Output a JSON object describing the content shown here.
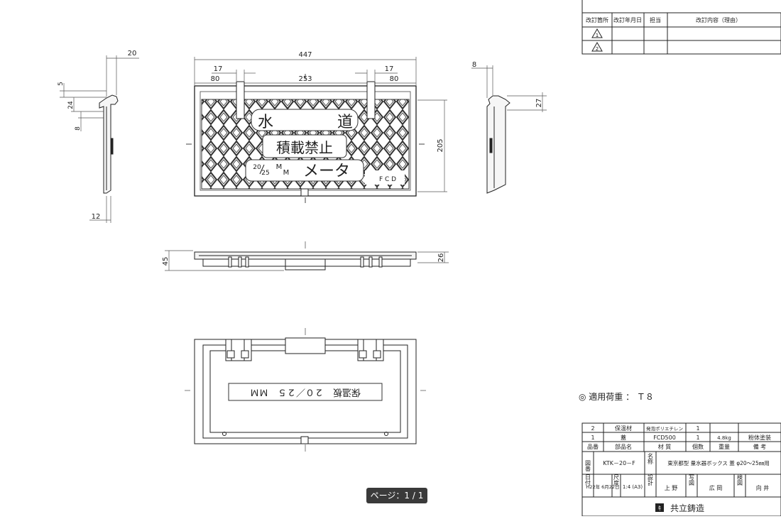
{
  "revision_table": {
    "headers": [
      "改訂箇所",
      "改訂年月日",
      "担当",
      "改訂内容（理由）"
    ],
    "row_marks": [
      "1",
      "2"
    ]
  },
  "top_view": {
    "dims": {
      "overall_width": "447",
      "left_slot_offset": "17",
      "left_edge": "80",
      "middle": "253",
      "right_slot_offset": "17",
      "right_edge": "80",
      "height": "205"
    },
    "lid_text": {
      "line1_left": "水",
      "line1_right": "道",
      "line2": "積載禁止",
      "size_small_top": "20",
      "size_small_bottom": "25",
      "mm_top": "M",
      "mm_bottom": "M",
      "meter": "メータ",
      "fcd": "F C D"
    }
  },
  "left_side_view": {
    "dims": {
      "top": "20",
      "d5": "5",
      "d24": "24",
      "d8": "8",
      "bottom": "12"
    }
  },
  "right_side_view": {
    "dims": {
      "top": "8",
      "side": "27"
    }
  },
  "front_view": {
    "dims": {
      "left": "45",
      "right": "26"
    }
  },
  "bottom_view": {
    "label": "保温板　２０／２５　ＭＭ"
  },
  "load_note": "◎ 適用荷重 ： Ｔ８",
  "parts_table": {
    "rows": [
      [
        "2",
        "保温材",
        "発泡ポリエチレン",
        "1",
        "",
        ""
      ],
      [
        "1",
        "蓋",
        "FCD500",
        "1",
        "4.8kg",
        "粉体塗装"
      ]
    ],
    "headers": [
      "品番",
      "部品名",
      "材 質",
      "個数",
      "重量",
      "備 考"
    ],
    "drawing_no_label": "図番",
    "drawing_no": "KTK－20－F",
    "name_label": "名称",
    "name": "東京都型 量水器ボックス 蓋 φ20～25㎜用",
    "date_label": "日付",
    "date": "H22年 6月22日",
    "scale_label": "尺度",
    "scale": "1:4 (A3)",
    "design_label": "設計",
    "designer": "上 野",
    "drafter_label": "写図",
    "drafter": "広 岡",
    "checker_label": "検図",
    "checker": "向 井",
    "company": "共立鋳造",
    "company_logo": "ｷ"
  },
  "page_indicator": "ページ：1 / 1"
}
